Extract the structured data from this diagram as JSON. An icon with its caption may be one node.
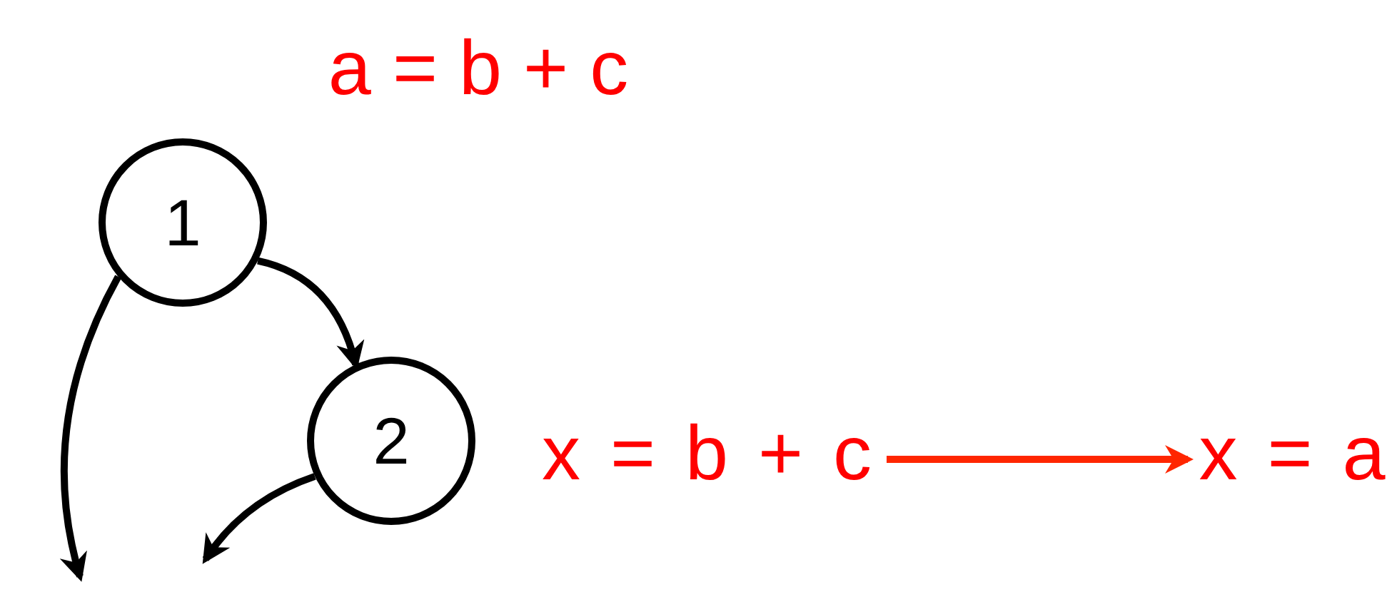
{
  "diagram": {
    "nodes": [
      {
        "text": [
          "1"
        ],
        "beside": [
          "a = b + c"
        ]
      },
      {
        "text": [
          "2"
        ]
      },
      {
        "text": [
          "x = b + c"
        ]
      },
      {
        "text": [
          "x = a"
        ]
      }
    ],
    "edges": [
      {
        "from": 0,
        "to": 1,
        "arrow": "to"
      },
      {
        "from": 0,
        "to": null,
        "arrow": "to"
      },
      {
        "from": 1,
        "to": null,
        "arrow": "to"
      },
      {
        "from": 2,
        "to": 3,
        "arrow": "to",
        "color": "#ff2600"
      }
    ]
  }
}
